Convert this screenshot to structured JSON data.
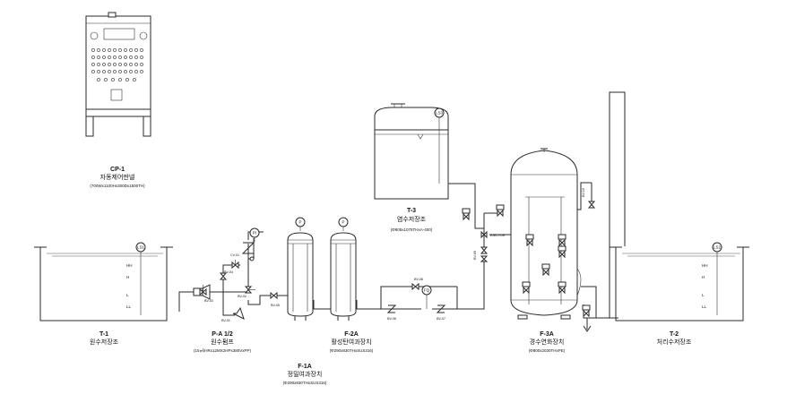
{
  "panel": {
    "code": "CP-1",
    "name": "자동제어판넬",
    "spec": "(700Wx1100Hx300Dx1500TH)"
  },
  "tank_t1": {
    "code": "T-1",
    "name": "원수저장조",
    "sensor": "LS1",
    "levels": [
      "HH",
      "H",
      "L",
      "LL"
    ]
  },
  "tank_t2": {
    "code": "T-2",
    "name": "처리수저장조",
    "sensor": "LS2",
    "levels": [
      "HH",
      "H",
      "L",
      "LL"
    ]
  },
  "tank_t3": {
    "code": "T-3",
    "name": "염수저장조",
    "spec": "(Φ805x1075THxA-400)",
    "sensor": "LS3"
  },
  "pump": {
    "code": "P-A 1/2",
    "name": "원수펌프",
    "spec": "(15㎥/HRx12MX2HPx380VxPP)"
  },
  "filter_f1a": {
    "code": "F-1A",
    "name": "정밀여과장치",
    "spec": "(Φ290x830THxSUS316)"
  },
  "filter_f2a": {
    "code": "F-2A",
    "name": "활성탄여과장치",
    "spec": "(Φ290x830THxSUS316)"
  },
  "softener_f3a": {
    "code": "F-3A",
    "name": "경수연화장치",
    "spec": "(Φ800x2030THxPE)"
  },
  "instruments": {
    "pressure": "P",
    "pressure_indicator": "PI",
    "flow": "FQ",
    "ejector": "EJECTOR",
    "check_valve": "CV-01"
  },
  "valves": [
    "BV-01",
    "BV-02",
    "BV-03",
    "BV-04",
    "BV-05",
    "BV-06",
    "BV-07",
    "BV-08",
    "BV-09",
    "BV-10"
  ]
}
